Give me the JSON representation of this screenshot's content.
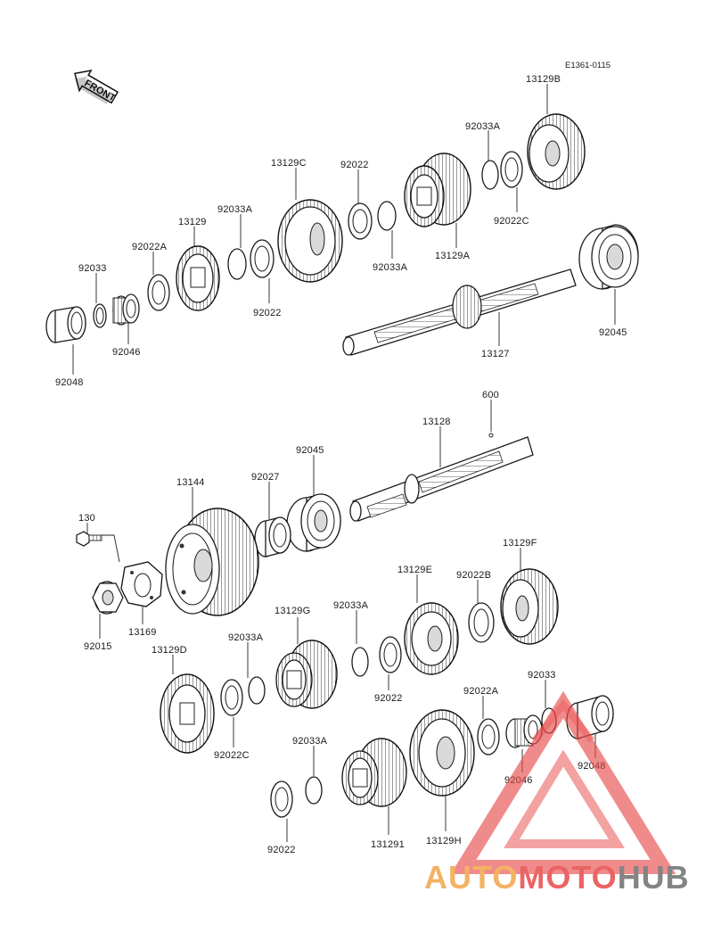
{
  "diagram": {
    "code": "E1361-0115",
    "front_label": "FRONT"
  },
  "labels": [
    {
      "id": "13129B",
      "text": "13129B"
    },
    {
      "id": "92033A_1",
      "text": "92033A"
    },
    {
      "id": "92022C_1",
      "text": "92022C"
    },
    {
      "id": "13129C",
      "text": "13129C"
    },
    {
      "id": "92022_1",
      "text": "92022"
    },
    {
      "id": "92033A_2",
      "text": "92033A"
    },
    {
      "id": "13129A",
      "text": "13129A"
    },
    {
      "id": "92033A_3",
      "text": "92033A"
    },
    {
      "id": "13129",
      "text": "13129"
    },
    {
      "id": "92022A_1",
      "text": "92022A"
    },
    {
      "id": "92033_1",
      "text": "92033"
    },
    {
      "id": "92022_2",
      "text": "92022"
    },
    {
      "id": "92046_1",
      "text": "92046"
    },
    {
      "id": "92048_1",
      "text": "92048"
    },
    {
      "id": "13127",
      "text": "13127"
    },
    {
      "id": "92045_1",
      "text": "92045"
    },
    {
      "id": "600",
      "text": "600"
    },
    {
      "id": "13128",
      "text": "13128"
    },
    {
      "id": "92045_2",
      "text": "92045"
    },
    {
      "id": "13144",
      "text": "13144"
    },
    {
      "id": "92027",
      "text": "92027"
    },
    {
      "id": "130",
      "text": "130"
    },
    {
      "id": "13129F",
      "text": "13129F"
    },
    {
      "id": "13129E",
      "text": "13129E"
    },
    {
      "id": "92022B",
      "text": "92022B"
    },
    {
      "id": "13169",
      "text": "13169"
    },
    {
      "id": "92015",
      "text": "92015"
    },
    {
      "id": "13129G",
      "text": "13129G"
    },
    {
      "id": "92033A_4",
      "text": "92033A"
    },
    {
      "id": "13129D",
      "text": "13129D"
    },
    {
      "id": "92033A_5",
      "text": "92033A"
    },
    {
      "id": "92022_3",
      "text": "92022"
    },
    {
      "id": "92033_2",
      "text": "92033"
    },
    {
      "id": "92022C_2",
      "text": "92022C"
    },
    {
      "id": "92022A_2",
      "text": "92022A"
    },
    {
      "id": "92046_2",
      "text": "92046"
    },
    {
      "id": "92048_2",
      "text": "92048"
    },
    {
      "id": "92033A_6",
      "text": "92033A"
    },
    {
      "id": "92022_4",
      "text": "92022"
    },
    {
      "id": "131291",
      "text": "131291"
    },
    {
      "id": "13129H",
      "text": "13129H"
    }
  ],
  "watermark": {
    "part1": "AUTO",
    "part2": "MOTO",
    "part3": "HUB",
    "color_red": "#e84a4a",
    "color_orange": "#f2a54a",
    "color_gray": "#6f6f6f"
  }
}
